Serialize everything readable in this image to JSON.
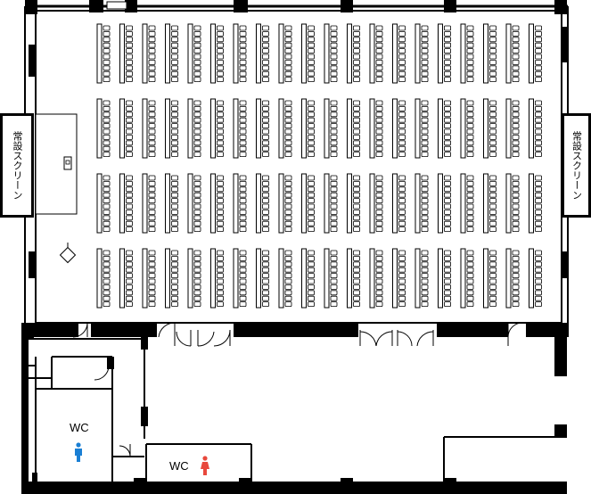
{
  "screen_left": {
    "label": "常設スクリーン"
  },
  "screen_right": {
    "label": "常設スクリーン"
  },
  "restroom_men": {
    "label": "WC",
    "icon": "male-person-icon",
    "color": "#1a7fd4"
  },
  "restroom_women": {
    "label": "WC",
    "icon": "female-person-icon",
    "color": "#e8483c"
  },
  "seating": {
    "columns": 20,
    "row_blocks": 4,
    "seats_per_desk": 10
  }
}
